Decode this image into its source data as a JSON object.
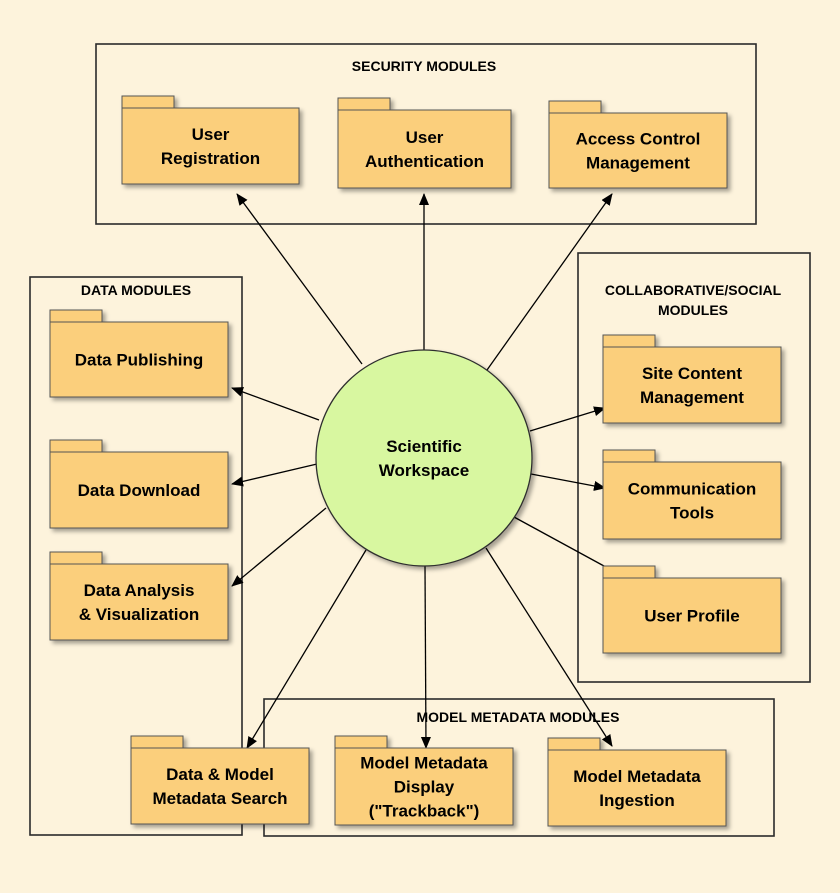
{
  "center": {
    "lines": [
      "Scientific",
      "Workspace"
    ]
  },
  "groups": {
    "security": {
      "title": [
        "SECURITY MODULES"
      ]
    },
    "data": {
      "title": [
        "DATA MODULES"
      ]
    },
    "collab": {
      "title": [
        "COLLABORATIVE/SOCIAL",
        "MODULES"
      ]
    },
    "model": {
      "title": [
        "MODEL METADATA MODULES"
      ]
    }
  },
  "modules": {
    "user_registration": [
      "User",
      "Registration"
    ],
    "user_authentication": [
      "User",
      "Authentication"
    ],
    "access_control": [
      "Access Control",
      "Management"
    ],
    "data_publishing": [
      "Data Publishing"
    ],
    "data_download": [
      "Data Download"
    ],
    "data_analysis": [
      "Data Analysis",
      "& Visualization"
    ],
    "site_content": [
      "Site Content",
      "Management"
    ],
    "communication_tools": [
      "Communication",
      "Tools"
    ],
    "user_profile": [
      "User Profile"
    ],
    "data_model_search": [
      "Data & Model",
      "Metadata Search"
    ],
    "model_metadata_display": [
      "Model Metadata",
      "Display",
      "(\"Trackback\")"
    ],
    "model_metadata_ingestion": [
      "Model Metadata",
      "Ingestion"
    ]
  },
  "colors": {
    "background": "#fdf3dc",
    "package_fill": "#fbcf7b",
    "package_stroke": "#555555",
    "center_fill": "#d8f7a0",
    "center_stroke": "#2f2f2f",
    "group_stroke": "#2b2b2b"
  }
}
